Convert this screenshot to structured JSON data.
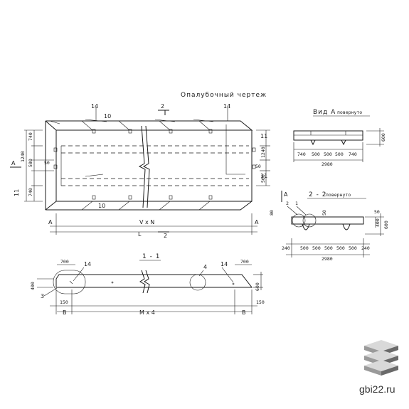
{
  "title": "Опалубочный чертеж",
  "views": {
    "view_a": {
      "title": "Вид А",
      "note": "повернуто"
    },
    "section_2_2": {
      "title": "2 - 2",
      "note": "повернуто"
    },
    "section_1_1": {
      "title": "1 - 1"
    }
  },
  "labels": {
    "a": "А",
    "n1": "1",
    "n2": "2",
    "n3": "3",
    "n4": "4",
    "n10": "10",
    "n11": "11",
    "n14": "14",
    "vxn": "V x N",
    "l": "L",
    "mx4": "M x 4",
    "b": "В"
  },
  "dims": {
    "d50": "50",
    "d80": "80",
    "d150": "150",
    "d240": "240",
    "d400": "400",
    "d500": "500",
    "d580": "580",
    "d600": "600",
    "d700": "700",
    "d740": "740",
    "d1240": "1240",
    "d2980": "2980"
  },
  "watermark": {
    "text": "gbi22.ru"
  },
  "colors": {
    "line": "#1a1a1a",
    "logo_light": "#d9d9d9",
    "logo_mid": "#9a9a9a",
    "logo_dark": "#6a6a6a"
  }
}
